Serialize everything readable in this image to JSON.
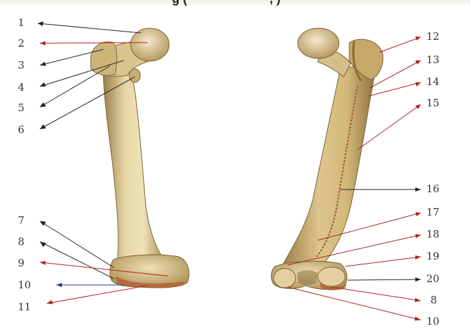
{
  "title_fragment": "g (",
  "title_fragment_2": ", )",
  "bones": [
    {
      "name": "anterior-view-femur"
    },
    {
      "name": "posterior-view-femur"
    }
  ],
  "labels_left": [
    "1",
    "2",
    "3",
    "4",
    "5",
    "6",
    "7",
    "8",
    "9",
    "10",
    "11"
  ],
  "labels_right": [
    "12",
    "13",
    "14",
    "15",
    "16",
    "17",
    "18",
    "19",
    "20",
    "8",
    "10"
  ],
  "colors": {
    "bone_light": "#eadcb0",
    "bone_mid": "#cdb57a",
    "bone_dark": "#8e7440",
    "condyle_red": "#b4552e",
    "leader_line": "#b02020",
    "label_text": "#333333"
  }
}
